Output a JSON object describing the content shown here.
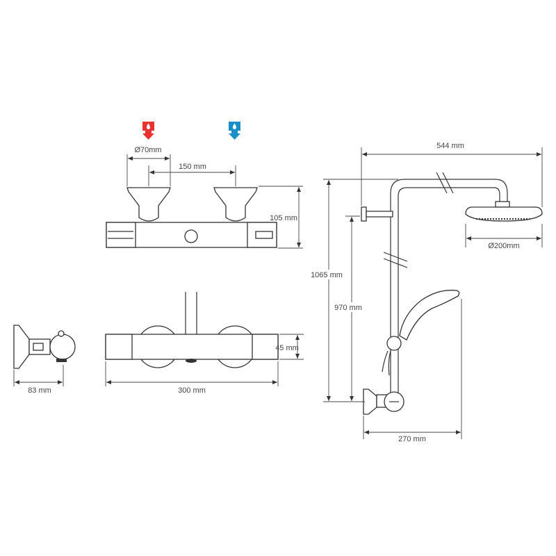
{
  "drawing": {
    "colors": {
      "hot": "#e8322f",
      "cold": "#1a8fc9",
      "line": "#333333"
    },
    "icons": {
      "hot_inlet": "hot-water-inlet-icon",
      "cold_inlet": "cold-water-inlet-icon"
    },
    "top_view": {
      "inlet_diameter": "Ø70mm",
      "inlet_spacing": "150 mm",
      "depth": "105 mm"
    },
    "side_view": {
      "depth": "83 mm"
    },
    "front_view": {
      "height": "45 mm",
      "width": "300 mm"
    },
    "riser": {
      "arm_reach": "544 mm",
      "head_diameter": "Ø200mm",
      "total_height": "1065 mm",
      "bracket_height": "970 mm",
      "projection": "270 mm"
    }
  }
}
